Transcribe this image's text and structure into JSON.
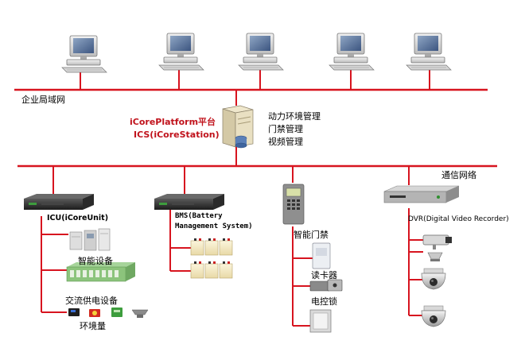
{
  "network": {
    "lan_label": "企业局域网",
    "comm_label": "通信网络"
  },
  "platform": {
    "name": "iCorePlatform平台",
    "station": "ICS(iCoreStation)",
    "functions": [
      "动力环境管理",
      "门禁管理",
      "视频管理"
    ]
  },
  "icu": {
    "title": "ICU(iCoreUnit)",
    "items": [
      "智能设备",
      "交流供电设备",
      "环境量"
    ]
  },
  "bms": {
    "title_line1": "BMS(Battery",
    "title_line2": "Management System)"
  },
  "access": {
    "title": "智能门禁",
    "items": [
      "读卡器",
      "电控锁"
    ]
  },
  "dvr": {
    "title": "DVR(Digital Video Recorder)"
  },
  "colors": {
    "bus_red": "#d7141f",
    "platform_text_red": "#c0121b"
  },
  "icons": [
    "computer-icon",
    "server-icon",
    "rack-device-icon",
    "battery-icon",
    "access-panel-icon",
    "card-reader-icon",
    "lock-icon",
    "dvr-icon",
    "camera-icon",
    "dome-camera-icon"
  ]
}
